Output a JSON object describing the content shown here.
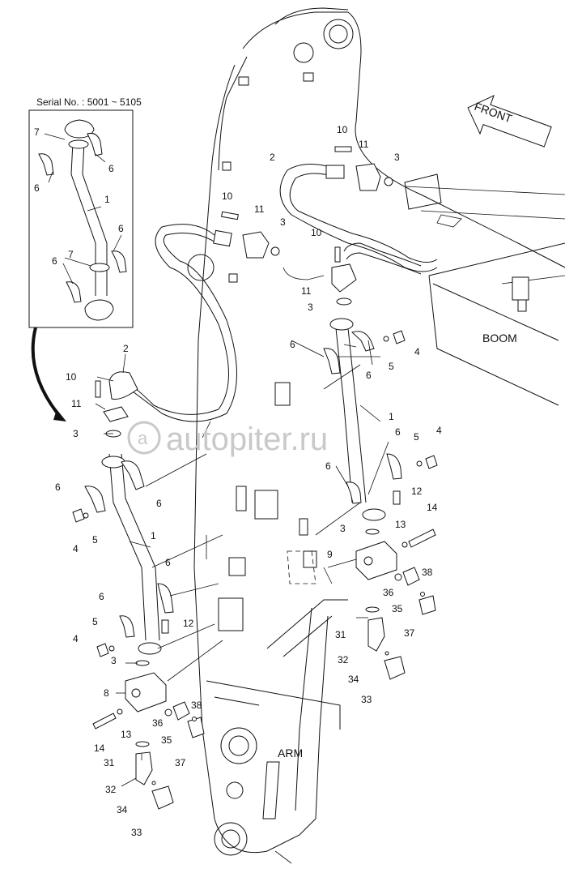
{
  "inset": {
    "serial": "Serial No. : 5001 ~ 5105"
  },
  "labels": {
    "front": "FRONT",
    "boom": "BOOM",
    "arm": "ARM"
  },
  "watermark": "autopiter.ru",
  "callouts": {
    "inset_7a": "7",
    "inset_6a": "6",
    "inset_6b": "6",
    "inset_1": "1",
    "inset_6c": "6",
    "inset_7b": "7",
    "inset_6d": "6",
    "l_10": "10",
    "l_2": "2",
    "l_11": "11",
    "l_3a": "3",
    "l_6a": "6",
    "l_6b": "6",
    "l_4a": "4",
    "l_5a": "5",
    "l_1": "1",
    "l_6c": "6",
    "l_6d": "6",
    "l_12": "12",
    "l_5b": "5",
    "l_4b": "4",
    "l_3b": "3",
    "l_8": "8",
    "l_13": "13",
    "l_14": "14",
    "l_36": "36",
    "l_38": "38",
    "l_35": "35",
    "l_37": "37",
    "l_31": "31",
    "l_32": "32",
    "l_34": "34",
    "l_33": "33",
    "m_10": "10",
    "m_11": "11",
    "m_3": "3",
    "r_10a": "10",
    "r_11a": "11",
    "r_2": "2",
    "r_3a": "3",
    "r_10b": "10",
    "r_11b": "11",
    "r_3b": "3",
    "r_6a": "6",
    "r_5a": "5",
    "r_4a": "4",
    "r_6b": "6",
    "r_1": "1",
    "r_6c": "6",
    "r_5b": "5",
    "r_4b": "4",
    "r_6d": "6",
    "r_12": "12",
    "r_3c": "3",
    "r_13": "13",
    "r_14": "14",
    "r_9": "9",
    "r_36": "36",
    "r_38": "38",
    "r_35": "35",
    "r_37": "37",
    "r_31": "31",
    "r_32": "32",
    "r_34": "34",
    "r_33": "33"
  }
}
